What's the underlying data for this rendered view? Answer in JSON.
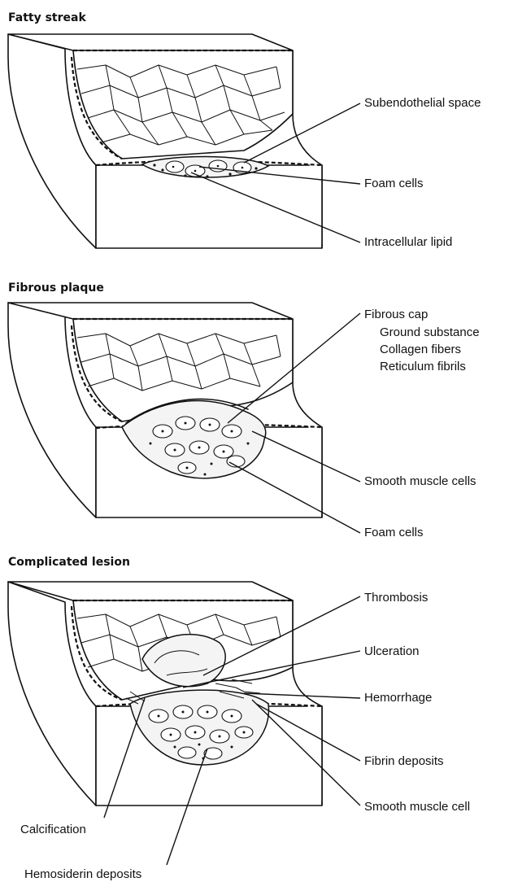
{
  "panels": [
    {
      "title": "Fatty streak",
      "labels": [
        "Subendothelial space",
        "Foam cells",
        "Intracellular lipid"
      ]
    },
    {
      "title": "Fibrous plaque",
      "labels": [
        "Fibrous cap",
        "Ground substance",
        "Collagen fibers",
        "Reticulum fibrils",
        "Smooth muscle cells",
        "Foam cells"
      ]
    },
    {
      "title": "Complicated lesion",
      "labels": [
        "Thrombosis",
        "Ulceration",
        "Hemorrhage",
        "Fibrin deposits",
        "Smooth muscle cell",
        "Calcification",
        "Hemosiderin deposits"
      ]
    }
  ]
}
